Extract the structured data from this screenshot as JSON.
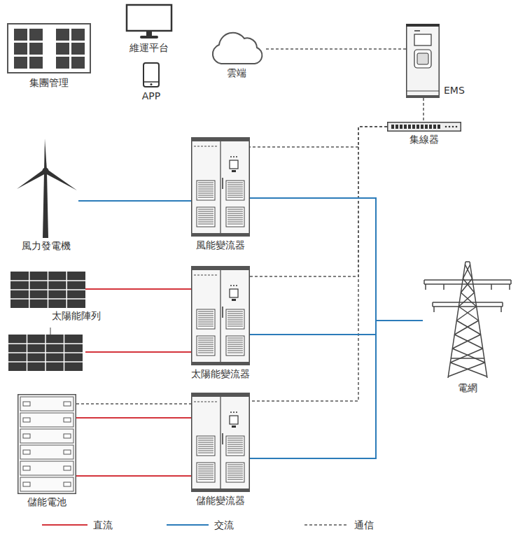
{
  "diagram": {
    "nodes": [
      {
        "text": [
          "集團管理"
        ]
      },
      {
        "text": [
          "維運平台"
        ]
      },
      {
        "text": [
          "APP"
        ]
      },
      {
        "text": [
          "雲端"
        ]
      },
      {
        "text": [
          "EMS"
        ]
      },
      {
        "text": [
          "集線器"
        ]
      },
      {
        "text": [
          "風力發電機"
        ]
      },
      {
        "text": [
          "風能變流器"
        ]
      },
      {
        "text": [
          "太陽能陣列"
        ]
      },
      {
        "text": [
          "太陽能變流器"
        ]
      },
      {
        "text": [
          "電網"
        ]
      },
      {
        "text": [
          "儲能電池"
        ]
      },
      {
        "text": [
          "儲能變流器"
        ]
      }
    ],
    "edges": [
      {
        "from": 3,
        "to": 4,
        "arrow": "none"
      },
      {
        "from": 4,
        "to": 5,
        "arrow": "none"
      },
      {
        "from": 5,
        "to": 7,
        "arrow": "none"
      },
      {
        "from": 5,
        "to": 9,
        "arrow": "none"
      },
      {
        "from": 5,
        "to": 12,
        "arrow": "none"
      },
      {
        "from": 11,
        "to": 12,
        "arrow": "none"
      },
      {
        "from": 6,
        "to": 7,
        "arrow": "none"
      },
      {
        "from": 8,
        "to": 9,
        "arrow": "none"
      },
      {
        "from": 8,
        "to": 9,
        "arrow": "none"
      },
      {
        "from": 11,
        "to": 12,
        "arrow": "none"
      },
      {
        "from": 11,
        "to": 12,
        "arrow": "none"
      },
      {
        "from": 7,
        "to": 10,
        "arrow": "none"
      },
      {
        "from": 9,
        "to": 10,
        "arrow": "none"
      },
      {
        "from": 12,
        "to": 10,
        "arrow": "none"
      }
    ],
    "legend": [
      {
        "text": "直流"
      },
      {
        "text": "交流"
      },
      {
        "text": "通信"
      }
    ]
  }
}
